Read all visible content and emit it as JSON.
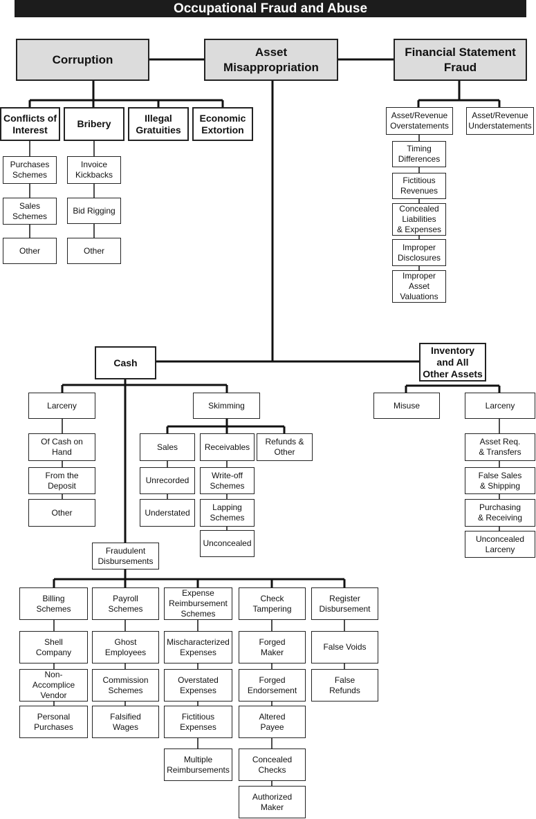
{
  "title": "Occupational Fraud and Abuse",
  "nodes": {
    "corruption": "Corruption",
    "asset_misappropriation": "Asset\nMisappropriation",
    "financial_statement_fraud": "Financial Statement\nFraud",
    "conflicts_of_interest": "Conflicts of\nInterest",
    "bribery": "Bribery",
    "illegal_gratuities": "Illegal\nGratuities",
    "economic_extortion": "Economic\nExtortion",
    "purchases_schemes": "Purchases\nSchemes",
    "sales_schemes": "Sales\nSchemes",
    "coi_other": "Other",
    "invoice_kickbacks": "Invoice\nKickbacks",
    "bid_rigging": "Bid Rigging",
    "bribery_other": "Other",
    "asset_revenue_overstatements": "Asset/Revenue\nOverstatements",
    "asset_revenue_understatements": "Asset/Revenue\nUnderstatements",
    "timing_differences": "Timing\nDifferences",
    "fictitious_revenues": "Fictitious\nRevenues",
    "concealed_liabilities": "Concealed\nLiabilities\n& Expenses",
    "improper_disclosures": "Improper\nDisclosures",
    "improper_asset_valuations": "Improper\nAsset\nValuations",
    "cash": "Cash",
    "inventory": "Inventory\nand All\nOther Assets",
    "cash_larceny": "Larceny",
    "of_cash_on_hand": "Of Cash on\nHand",
    "from_the_deposit": "From the\nDeposit",
    "cash_larceny_other": "Other",
    "skimming": "Skimming",
    "sales": "Sales",
    "receivables": "Receivables",
    "refunds_other": "Refunds &\nOther",
    "unrecorded": "Unrecorded",
    "understated": "Understated",
    "write_off_schemes": "Write-off\nSchemes",
    "lapping_schemes": "Lapping\nSchemes",
    "unconcealed": "Unconcealed",
    "misuse": "Misuse",
    "inv_larceny": "Larceny",
    "asset_req_transfers": "Asset Req.\n& Transfers",
    "false_sales_shipping": "False Sales\n& Shipping",
    "purchasing_receiving": "Purchasing\n& Receiving",
    "unconcealed_larceny": "Unconcealed\nLarceny",
    "fraudulent_disbursements": "Fraudulent\nDisbursements",
    "billing_schemes": "Billing\nSchemes",
    "payroll_schemes": "Payroll\nSchemes",
    "expense_reimbursement_schemes": "Expense\nReimbursement\nSchemes",
    "check_tampering": "Check\nTampering",
    "register_disbursement": "Register\nDisbursement",
    "shell_company": "Shell\nCompany",
    "non_accomplice_vendor": "Non-\nAccomplice\nVendor",
    "personal_purchases": "Personal\nPurchases",
    "ghost_employees": "Ghost\nEmployees",
    "commission_schemes": "Commission\nSchemes",
    "falsified_wages": "Falsified\nWages",
    "mischaracterized_expenses": "Mischaracterized\nExpenses",
    "overstated_expenses": "Overstated\nExpenses",
    "fictitious_expenses": "Fictitious\nExpenses",
    "multiple_reimbursements": "Multiple\nReimbursements",
    "forged_maker": "Forged\nMaker",
    "forged_endorsement": "Forged\nEndorsement",
    "altered_payee": "Altered\nPayee",
    "concealed_checks": "Concealed\nChecks",
    "authorized_maker": "Authorized\nMaker",
    "false_voids": "False Voids",
    "false_refunds": "False\nRefunds"
  }
}
